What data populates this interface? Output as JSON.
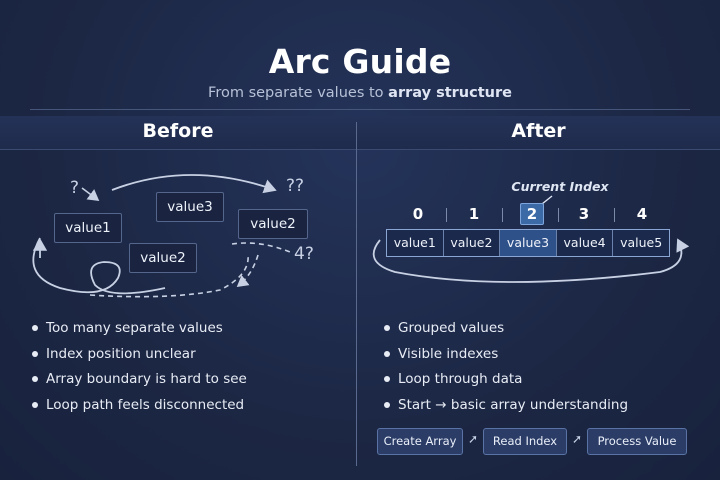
{
  "header": {
    "title": "Arc Guide",
    "subtitle_prefix": "From separate values to ",
    "subtitle_emphasis": "array structure"
  },
  "before": {
    "heading": "Before",
    "marks": [
      "?",
      "??",
      "4?"
    ],
    "boxes": [
      "value1",
      "value3",
      "value2",
      "value2"
    ],
    "bullets": [
      "Too many separate values",
      "Index position unclear",
      "Array boundary is hard to see",
      "Loop path feels disconnected"
    ]
  },
  "after": {
    "heading": "After",
    "current_index_label": "Current Index",
    "indexes": [
      "0",
      "1",
      "2",
      "3",
      "4"
    ],
    "active_index": 2,
    "cells": [
      "value1",
      "value2",
      "value3",
      "value4",
      "value5"
    ],
    "bullets": [
      "Grouped values",
      "Visible indexes",
      "Loop through data",
      "Start → basic array understanding"
    ],
    "flow": [
      "Create Array",
      "Read Index",
      "Process Value"
    ]
  },
  "colors": {
    "background": "#1e2a48",
    "accent": "#3b6aa6",
    "box_border": "#55668c"
  }
}
